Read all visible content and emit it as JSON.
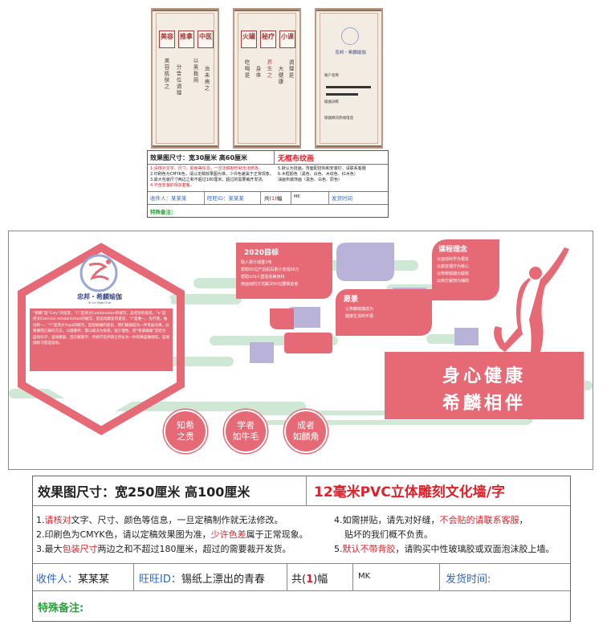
{
  "scrolls": [
    {
      "stamps": [
        "美容",
        "推拿",
        "中医"
      ],
      "columns": [
        "美容肌肤之",
        "分告位调理",
        "以黑我用",
        "治未病之"
      ]
    },
    {
      "stamps": [
        "火罐",
        "秘疗",
        "小课"
      ],
      "columns": [
        "吃喝是",
        "身体",
        "养生之",
        "大健康",
        "调理是"
      ]
    },
    {
      "brand": "忠邦・希麟瑜伽",
      "fields": [
        "账户名称",
        "瑜伽训练",
        "瑜伽顾问热线电话"
      ]
    }
  ],
  "small_spec": {
    "size_label": "效果图尺寸：宽30厘米  高60厘米",
    "material": "无框布纹画",
    "notes_left": [
      "1.请核对文字、尺寸、颜色等信息，一旦定稿制作就无法修改。",
      "2.印刷色为CMYK色，请以定稿效果图为准，少许色差属于正常现象。",
      "3.最大包装尺寸两边之和不超过180厘米，超过的需要裁开发货。",
      "4.不含安装的相关套餐。"
    ],
    "notes_right": [
      "5.默认为挂画，背面配挂钩和安装钉，请联系客服",
      "6.木框颜色（黑色、白色、木纹色、红木色）",
      "  油画布装饰画（黑色、白色、原色）"
    ],
    "recipient_label": "收件人：某某某",
    "wangwang_label": "旺旺ID：某某某",
    "count_prefix": "共(",
    "count_value": "1",
    "count_suffix": ")幅",
    "mk": "MK",
    "ship_label": "发货时间",
    "remark_label": "特殊备注："
  },
  "wall": {
    "brand": "忠邦・希麟瑜伽",
    "brand_sub": "Xi Lin Yoga Club",
    "intro": "“希麟”是“Cely”的谐音，“C”是英文Combination的缩写，是结合的意思，“e”是英文Exercise rehabilitation的缩写，是运动康复的意思，“l”是唯一，先行者，独创的一，“Y”是英文Yoga的缩写，是指瑜伽的意思，我们瑜伽成为一件有益的事，必要康而正确的方法，以健康养，需以解决为根基，适于理性，而“希麟瑜伽”是结合运动科学、运动康复、西方解剖学、传统疗愈步骤之所长为一体的精品瑜伽馆，是瑜伽练习首选基地。",
    "goal_title": "2020目标",
    "goal_lines": [
      "助人累计减重1吨",
      "帮助50位产后妈妈累计省钱50万",
      "帮助100人塑造完美身材",
      "用运动的方式解决50位腰椎患者"
    ],
    "course_title": "课程理念",
    "course_lines": [
      "以运动科学为根本",
      "以康复理疗为核心",
      "以传统瑜伽为载体",
      "以西方解剖为辅助"
    ],
    "vision_title": "愿景",
    "vision_lines": [
      "让希麟瑜伽成为",
      "健康生活的丰源"
    ],
    "slogan_1": "身心健康",
    "slogan_2": "希麟相伴",
    "seals": [
      {
        "line1": "知希",
        "line2": "之贵"
      },
      {
        "line1": "学者",
        "line2": "如牛毛"
      },
      {
        "line1": "成者",
        "line2": "如麟角"
      }
    ],
    "colors": {
      "coral": "#e66a75",
      "lavender": "#b9b3d9",
      "mint": "#cfe8d6"
    }
  },
  "big_spec": {
    "size_label": "效果图尺寸：宽250厘米  高100厘米",
    "material": "12毫米PVC立体雕刻文化墙/字",
    "note1_prefix": "1.",
    "note1_red": "请核对",
    "note1_rest": "文字、尺寸、颜色等信息，一旦定稿制作就无法修改。",
    "note2_prefix": "2.印刷色为CMYK色，请以定稿效果图为准，",
    "note2_red": "少许色差",
    "note2_rest": "属于正常现象。",
    "note3_prefix": "3.最大",
    "note3_red": "包装尺寸",
    "note3_rest": "两边之和不超过180厘米，超过的需要裁开发货。",
    "note4_prefix": "4.如需拼贴，请先对好缝，",
    "note4_red": "不会贴的请联系客服",
    "note4_end": "，",
    "note4_line2": "贴坏的我们概不负责。",
    "note5_prefix": "5.",
    "note5_red": "默认不带背胶",
    "note5_rest": "，请购买中性玻璃胶或双面泡沫胶上墙。",
    "recipient_label": "收件人：",
    "recipient_value": "某某某",
    "wangwang_label": "旺旺ID：",
    "wangwang_value": "锡纸上漂出的青春",
    "count_prefix": "共(",
    "count_value": "1",
    "count_suffix": ")幅",
    "mk": "MK",
    "ship_label": "发货时间:",
    "remark_label": "特殊备注:"
  }
}
